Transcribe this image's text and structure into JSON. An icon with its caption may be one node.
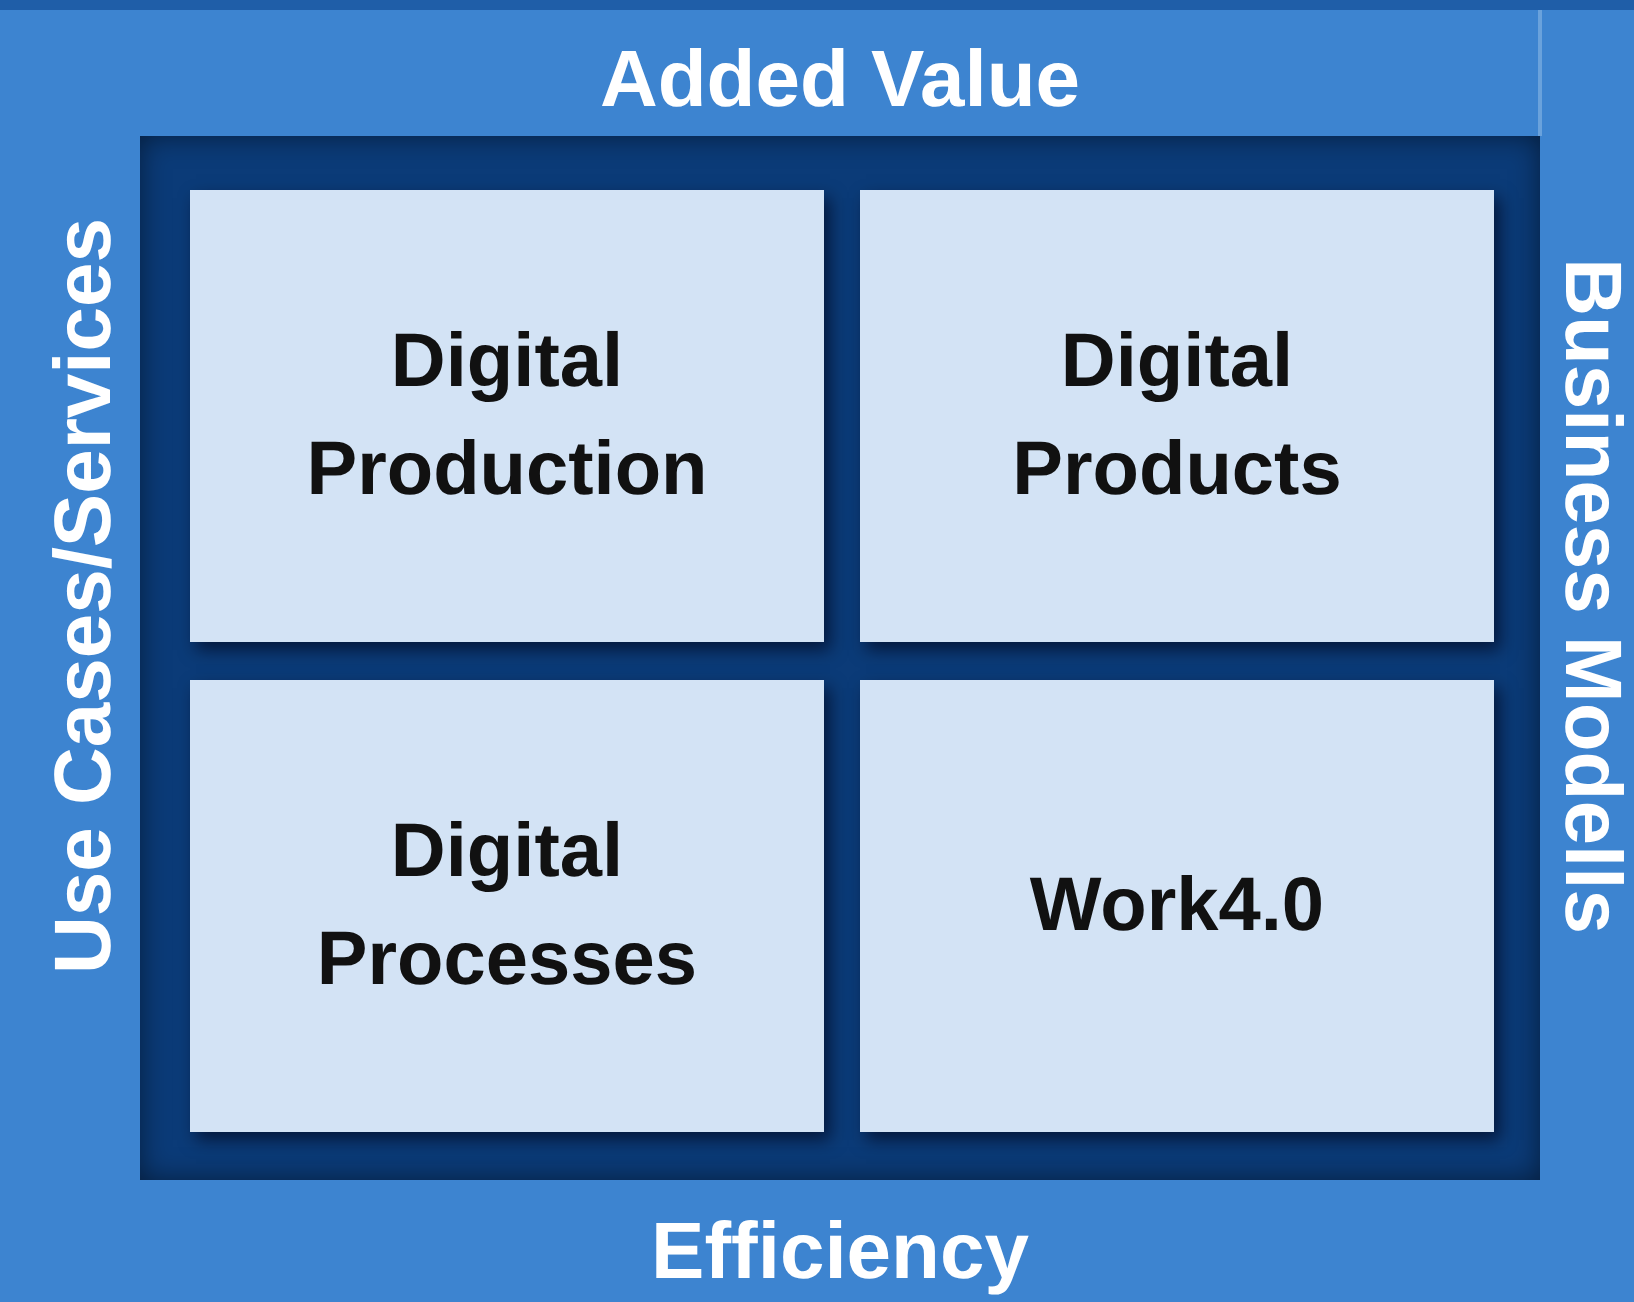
{
  "diagram": {
    "nodes": [
      {
        "text": [
          "Digital Production"
        ]
      },
      {
        "text": [
          "Digital Products"
        ]
      },
      {
        "text": [
          "Digital Processes"
        ]
      },
      {
        "text": [
          "Work4.0"
        ]
      }
    ],
    "labels": [
      "Added Value",
      "Use Cases/Services",
      "Business Modells",
      "Efficiency"
    ]
  }
}
